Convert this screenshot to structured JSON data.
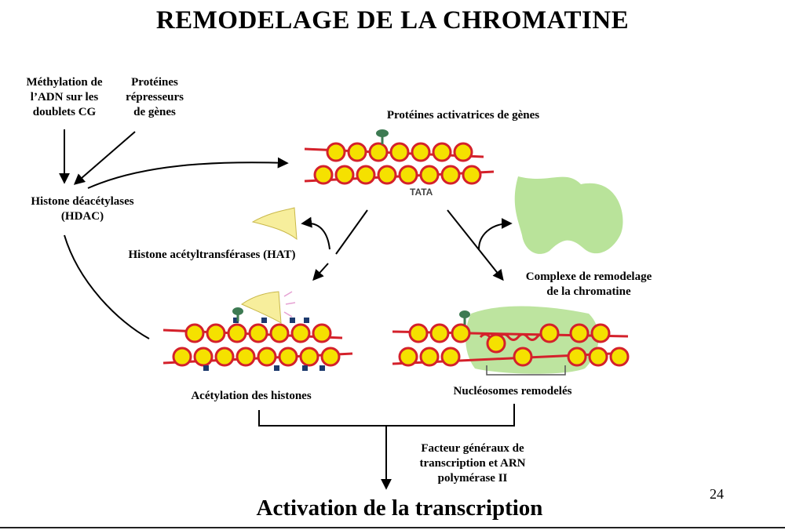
{
  "title": "REMODELAGE DE LA CHROMATINE",
  "labels": {
    "methylation": [
      "Méthylation de",
      "l’ADN sur les",
      "doublets CG"
    ],
    "repressors": [
      "Protéines",
      "répresseurs",
      "de gènes"
    ],
    "activators": "Protéines activatrices de gènes",
    "hdac": [
      "Histone déacétylases",
      "(HDAC)"
    ],
    "hat": "Histone acétyltransférases (HAT)",
    "remodeling_complex": [
      "Complexe de remodelage",
      "de la chromatine"
    ],
    "acetylation": "Acétylation des histones",
    "remodeled": "Nucléosomes remodelés",
    "general_factors": [
      "Facteur généraux de",
      "transcription et ARN",
      "polymérase II"
    ],
    "tata": "TATA"
  },
  "bottom_title": "Activation de la transcription",
  "page_number": "24",
  "colors": {
    "nucleosome_fill": "#f5e100",
    "dna": "#d4212b",
    "activator": "#3d7a52",
    "hat": "#f7ee9c",
    "complex": "#b9e39a",
    "acetyl": "#1d3a6e"
  }
}
